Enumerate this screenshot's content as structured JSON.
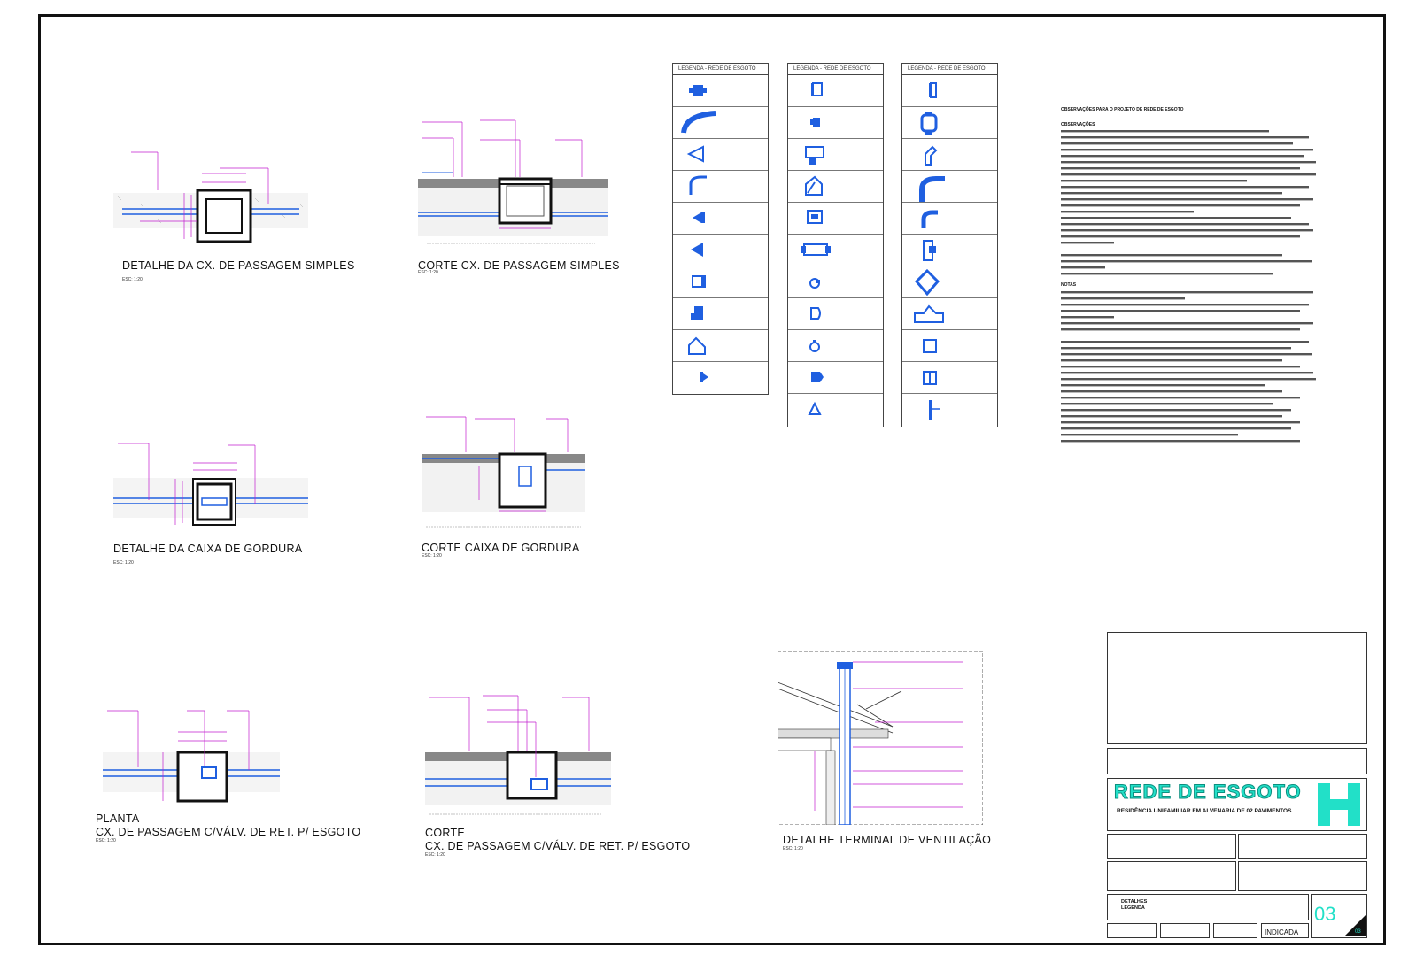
{
  "details": [
    {
      "title": "DETALHE DA CX. DE PASSAGEM SIMPLES",
      "scale": "ESC: 1:20"
    },
    {
      "title": "CORTE CX. DE PASSAGEM SIMPLES",
      "scale": "ESC: 1:20"
    },
    {
      "title": "DETALHE DA CAIXA DE GORDURA",
      "scale": "ESC: 1:20"
    },
    {
      "title": "CORTE CAIXA DE GORDURA",
      "scale": "ESC: 1:20"
    },
    {
      "title_line1": "PLANTA",
      "title_line2": "CX. DE PASSAGEM C/VÁLV. DE RET. P/ ESGOTO",
      "scale": "ESC: 1:20"
    },
    {
      "title_line1": "CORTE",
      "title_line2": "CX. DE PASSAGEM C/VÁLV. DE RET. P/ ESGOTO",
      "scale": "ESC: 1:20"
    },
    {
      "title": "DETALHE TERMINAL DE VENTILAÇÃO",
      "scale": "ESC: 1:20"
    }
  ],
  "legends": [
    {
      "heading": "LEGENDA - REDE DE ESGOTO",
      "items": [
        "",
        "",
        "",
        "",
        "",
        "",
        "",
        "",
        "",
        ""
      ]
    },
    {
      "heading": "LEGENDA - REDE DE ESGOTO",
      "items": [
        "",
        "",
        "",
        "",
        "",
        "",
        "",
        "",
        "",
        "",
        "",
        ""
      ]
    },
    {
      "heading": "LEGENDA - REDE DE ESGOTO",
      "items": [
        "",
        "",
        "",
        "",
        "",
        "",
        "",
        "",
        "",
        "",
        "",
        ""
      ]
    }
  ],
  "notes": {
    "heading": "OBSERVAÇÕES PARA O PROJETO DE REDE DE ESGOTO",
    "sub1": "OBSERVAÇÕES",
    "sub2": "NOTAS"
  },
  "title_block": {
    "project_name": "REDE DE ESGOTO",
    "project_desc": "RESIDÊNCIA UNIFAMILIAR EM ALVENARIA DE 02 PAVIMENTOS",
    "logo_letter": "H",
    "content_line1": "DETALHES",
    "content_line2": "LEGENDA",
    "scale_value": "INDICADA",
    "sheet_number": "03",
    "sheet_total": "03"
  },
  "colors": {
    "pipe": "#1f5fe0",
    "dimension": "#c21ccf",
    "brand": "#22e0c8"
  }
}
